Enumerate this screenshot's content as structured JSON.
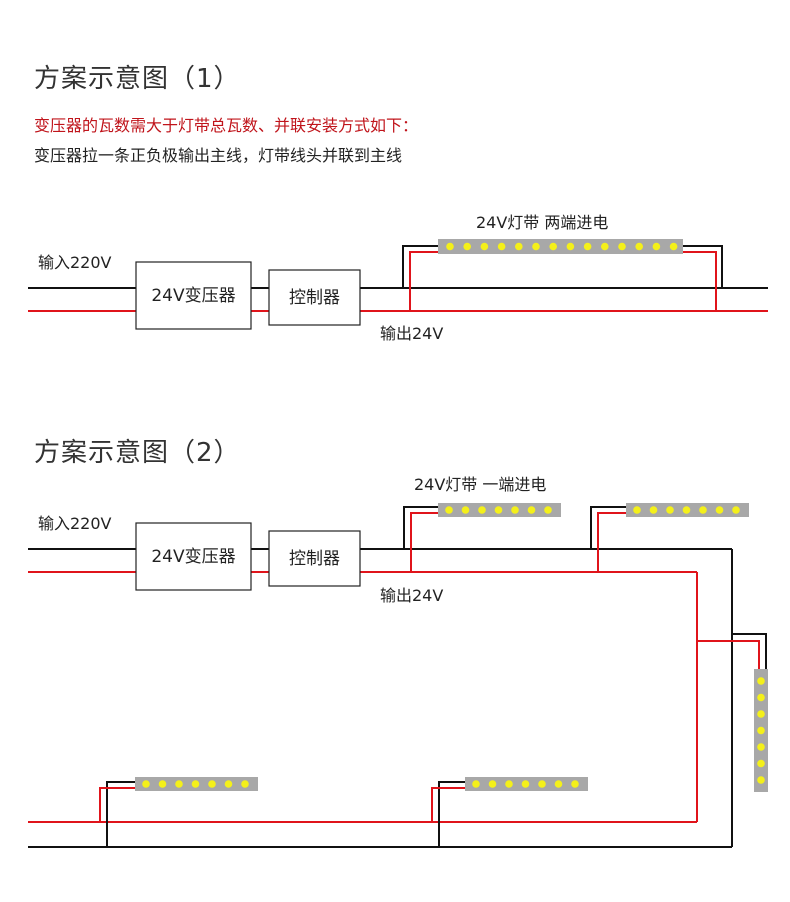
{
  "scheme1": {
    "title": "方案示意图（1）",
    "note_red": "变压器的瓦数需大于灯带总瓦数、并联安装方式如下：",
    "note": "变压器拉一条正负极输出主线，灯带线头并联到主线",
    "input_label": "输入220V",
    "transformer_label": "24V变压器",
    "controller_label": "控制器",
    "output_label": "输出24V",
    "strip_label": "24V灯带  两端进电"
  },
  "scheme2": {
    "title": "方案示意图（2）",
    "input_label": "输入220V",
    "transformer_label": "24V变压器",
    "controller_label": "控制器",
    "output_label": "输出24V",
    "strip_label": "24V灯带 一端进电"
  },
  "colors": {
    "positive_wire": "#e0141b",
    "negative_wire": "#111111",
    "strip_body": "#a8a8a8",
    "led": "#f4f01a"
  }
}
